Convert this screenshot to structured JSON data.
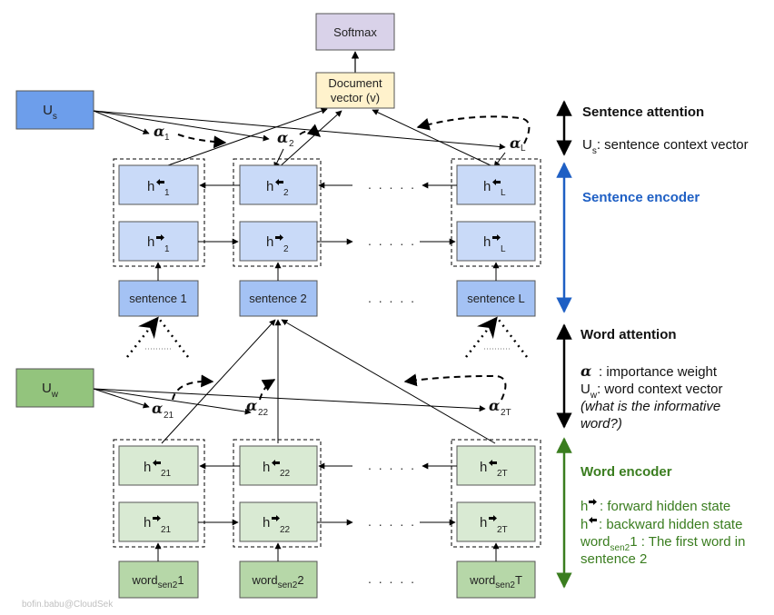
{
  "colors": {
    "softmax_fill": "#d9d2e9",
    "doc_fill": "#fff2cc",
    "us_fill": "#6d9eeb",
    "uw_fill": "#93c47d",
    "hidden_blue_fill": "#c9daf8",
    "sentence_fill": "#a4c2f4",
    "hidden_green_fill": "#d9ead3",
    "word_fill": "#b6d7a8",
    "blue_accent": "#1e5fc4",
    "green_accent": "#3a7d1f"
  },
  "nodes": {
    "softmax": "Softmax",
    "document_line1": "Document",
    "document_line2": "vector (v)",
    "us_main": "U",
    "us_sub": "s",
    "uw_main": "U",
    "uw_sub": "w"
  },
  "sentence_attention": {
    "alpha1_sub": "1",
    "alpha2_sub": "2",
    "alphaL_sub": "L"
  },
  "sentence_encoder": {
    "h_main": "h",
    "back_subs": [
      "1",
      "2",
      "L"
    ],
    "fwd_subs": [
      "1",
      "2",
      "L"
    ],
    "sentences": [
      "sentence 1",
      "sentence 2",
      "sentence L"
    ]
  },
  "word_attention": {
    "alpha21_sub": "21",
    "alpha22_sub": "22",
    "alpha2T_sub": "2T"
  },
  "word_encoder": {
    "back_subs": [
      "21",
      "22",
      "2T"
    ],
    "fwd_subs": [
      "21",
      "22",
      "2T"
    ],
    "words": [
      {
        "main": "word",
        "sub": "sen2",
        "end": "1"
      },
      {
        "main": "word",
        "sub": "sen2",
        "end": "2"
      },
      {
        "main": "word",
        "sub": "sen2",
        "end": "T"
      }
    ]
  },
  "ellipsis": ". . . . .",
  "alpha_symbol": "α",
  "legend": {
    "sentence_attention": "Sentence attention",
    "us_desc_main": "U",
    "us_desc_sub": "s",
    "us_desc_text": ": sentence context vector",
    "sentence_encoder": "Sentence encoder",
    "word_attention": "Word attention",
    "alpha_desc": ": importance weight",
    "uw_desc_main": "U",
    "uw_desc_sub": "w",
    "uw_desc_text": ": word context vector",
    "question_line1": "(what is the informative",
    "question_line2": "word?)",
    "word_encoder": "Word encoder",
    "h_fwd_main": "h",
    "h_fwd_desc": ":  forward hidden state",
    "h_back_main": "h",
    "h_back_desc": ": backward hidden state",
    "word_desc_main": "word",
    "word_desc_sub": "sen2",
    "word_desc_text": "1 : The first word in",
    "word_desc_line2": "sentence 2"
  },
  "watermark": "bofin.babu@CloudSek"
}
